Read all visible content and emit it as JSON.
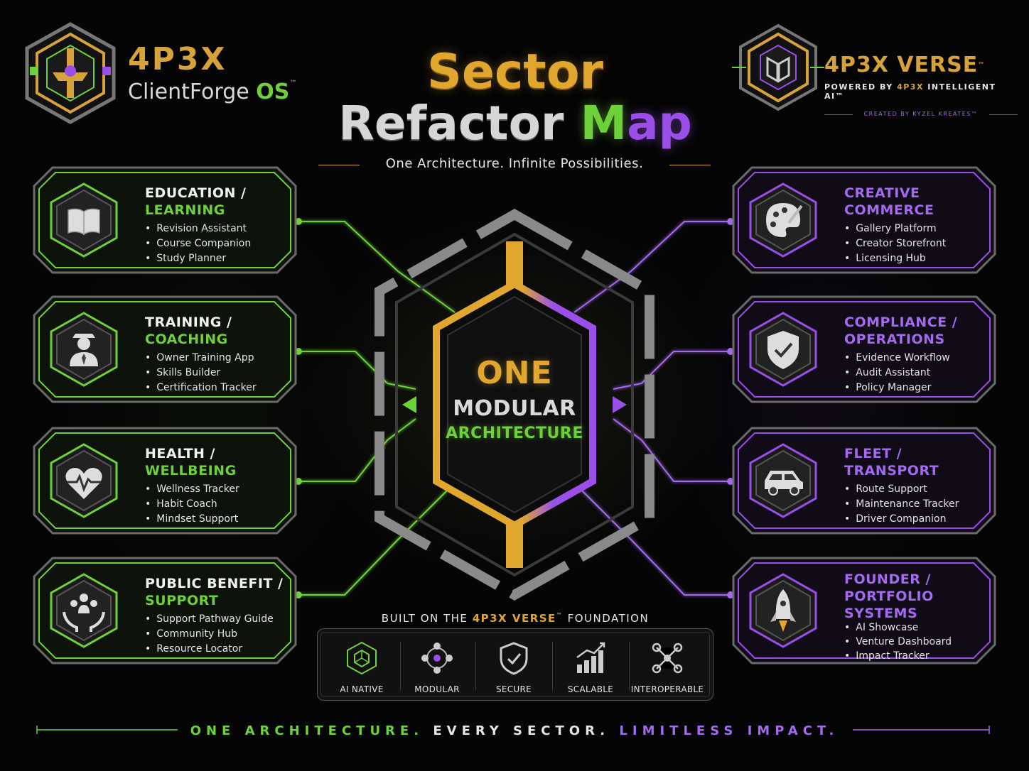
{
  "brand_left": {
    "line1": "4P3X",
    "line2": "ClientForge",
    "os": "OS",
    "tm": "™"
  },
  "brand_right": {
    "line1": "4P3X VERSE",
    "tm": "™",
    "powered_prefix": "POWERED BY ",
    "powered_gold": "4P3X",
    "powered_suffix": " INTELLIGENT AI™",
    "created_by": "CREATED BY KYZEL KREATES™"
  },
  "title": {
    "line1": "Sector",
    "line2_a": "Refactor ",
    "line2_m": "M",
    "line2_ap": "ap"
  },
  "tagline": "One Architecture. Infinite Possibilities.",
  "sectors_left": [
    {
      "heading1": "EDUCATION /",
      "heading2": "LEARNING",
      "icon": "book-icon",
      "items": [
        "Revision Assistant",
        "Course Companion",
        "Study Planner"
      ]
    },
    {
      "heading1": "TRAINING /",
      "heading2": "COACHING",
      "icon": "coach-icon",
      "items": [
        "Owner Training App",
        "Skills Builder",
        "Certification Tracker"
      ]
    },
    {
      "heading1": "HEALTH /",
      "heading2": "WELLBEING",
      "icon": "heart-icon",
      "items": [
        "Wellness Tracker",
        "Habit Coach",
        "Mindset Support"
      ]
    },
    {
      "heading1": "PUBLIC BENEFIT /",
      "heading2": "SUPPORT",
      "icon": "community-icon",
      "items": [
        "Support Pathway Guide",
        "Community Hub",
        "Resource Locator"
      ]
    }
  ],
  "sectors_right": [
    {
      "heading1": "CREATIVE",
      "heading2": "COMMERCE",
      "icon": "palette-icon",
      "items": [
        "Gallery Platform",
        "Creator Storefront",
        "Licensing Hub"
      ]
    },
    {
      "heading1": "COMPLIANCE /",
      "heading2": "OPERATIONS",
      "icon": "shield-check-icon",
      "items": [
        "Evidence Workflow",
        "Audit Assistant",
        "Policy Manager"
      ]
    },
    {
      "heading1": "FLEET /",
      "heading2": "TRANSPORT",
      "icon": "car-icon",
      "items": [
        "Route Support",
        "Maintenance Tracker",
        "Driver Companion"
      ]
    },
    {
      "heading1": "FOUNDER /",
      "heading2": "PORTFOLIO SYSTEMS",
      "icon": "rocket-icon",
      "items": [
        "AI Showcase",
        "Venture Dashboard",
        "Impact Tracker"
      ]
    }
  ],
  "center": {
    "line1": "ONE",
    "line2": "MODULAR",
    "line3": "ARCHITECTURE"
  },
  "foundation": {
    "prefix": "BUILT ON THE ",
    "gold": "4P3X VERSE",
    "tm": "™",
    "suffix": " FOUNDATION",
    "features": [
      {
        "label": "AI NATIVE",
        "icon": "ai-cube-icon"
      },
      {
        "label": "MODULAR",
        "icon": "modular-nodes-icon"
      },
      {
        "label": "SECURE",
        "icon": "shield-check-icon"
      },
      {
        "label": "SCALABLE",
        "icon": "growth-bars-icon"
      },
      {
        "label": "INTEROPERABLE",
        "icon": "network-icon"
      }
    ]
  },
  "footer": {
    "part1": "ONE ARCHITECTURE.",
    "part2": "EVERY SECTOR.",
    "part3": "LIMITLESS IMPACT."
  },
  "colors": {
    "green": "#6fd13a",
    "purple": "#a36af0",
    "gold": "#e0a62e"
  }
}
